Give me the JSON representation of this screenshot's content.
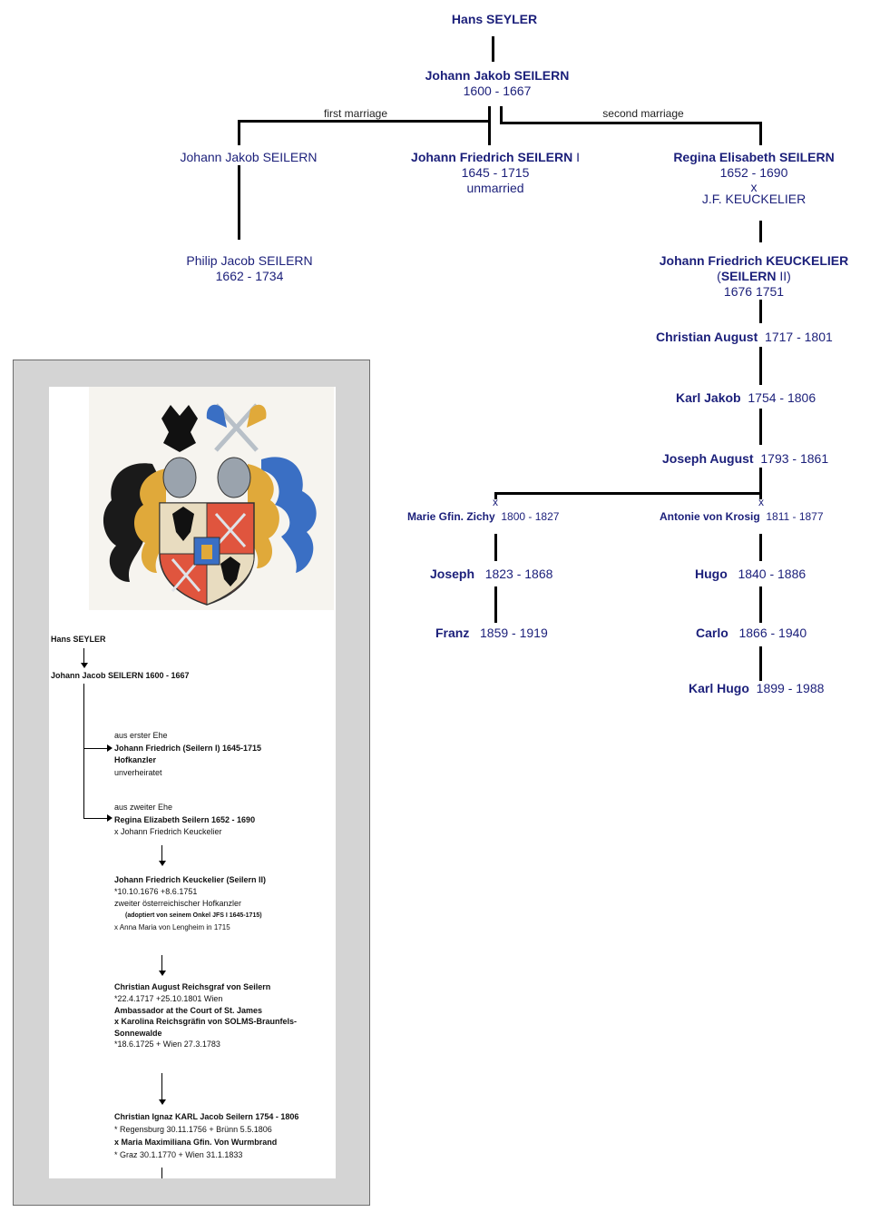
{
  "tree": {
    "root": "Hans SEYLER",
    "father_name": "Johann Jakob SEILERN",
    "father_years": "1600 - 1667",
    "first_marriage": "first marriage",
    "second_marriage": "second marriage",
    "child1": "Johann Jakob SEILERN",
    "child2_name": "Johann Friedrich SEILERN",
    "child2_roman": "I",
    "child2_years": "1645  -  1715",
    "child2_note": "unmarried",
    "child3_name": "Regina Elisabeth SEILERN",
    "child3_years": "1652  -  1690",
    "x": "x",
    "child3_spouse": "J.F. KEUCKELIER",
    "grandchild1_name": "Philip Jacob SEILERN",
    "grandchild1_years": "1662 - 1734",
    "jfk_name": "Johann Friedrich KEUCKELIER",
    "jfk_open": "(",
    "jfk_seilern": "SEILERN",
    "jfk_close": " II)",
    "jfk_years": "1676  1751",
    "ca_name": "Christian August",
    "ca_years": "1717  -  1801",
    "kj_name": "Karl Jakob",
    "kj_years": "1754  -  1806",
    "ja_name": "Joseph August",
    "ja_years": "1793  -  1861",
    "spouse1_name": "Marie Gfin. Zichy",
    "spouse1_years": "1800  -  1827",
    "spouse2_name": "Antonie von Krosig",
    "spouse2_years": "1811  -  1877",
    "joseph_name": "Joseph",
    "joseph_years": "1823 - 1868",
    "franz_name": "Franz",
    "franz_years": "1859 - 1919",
    "hugo_name": "Hugo",
    "hugo_years": "1840 - 1886",
    "carlo_name": "Carlo",
    "carlo_years": "1866 - 1940",
    "karlhugo_name": "Karl Hugo",
    "karlhugo_years": "1899 - 1988"
  },
  "document": {
    "l1": "Hans SEYLER",
    "l2": "Johann Jacob SEILERN     1600 - 1667",
    "b1_a": "aus erster Ehe",
    "b1_b": "Johann Friedrich (Seilern I)  1645-1715",
    "b1_c": "Hofkanzler",
    "b1_d": "unverheiratet",
    "b2_a": "aus zweiter Ehe",
    "b2_b": "Regina Elizabeth Seilern     1652 - 1690",
    "b2_c": "x Johann Friedrich Keuckelier",
    "b3_a": "Johann Friedrich Keuckelier (Seilern II)",
    "b3_b": "*10.10.1676    +8.6.1751",
    "b3_c": "zweiter österreichischer Hofkanzler",
    "b3_d": "(adoptiert von seinem Onkel JFS I  1645-1715)",
    "b3_e": "x Anna Maria von Lengheim        in 1715",
    "b4_a": "Christian August  Reichsgraf von Seilern",
    "b4_b": "*22.4.1717    +25.10.1801 Wien",
    "b4_c": "Ambassador at the Court of St. James",
    "b4_d": "x  Karolina Reichsgräfin von SOLMS-Braunfels-",
    "b4_e": "Sonnewalde",
    "b4_f": "*18.6.1725    + Wien 27.3.1783",
    "b5_a": "Christian Ignaz KARL Jacob Seilern     1754 - 1806",
    "b5_b": "* Regensburg 30.11.1756   + Brünn 5.5.1806",
    "b5_c": "x  Maria Maximiliana Gfin. Von Wurmbrand",
    "b5_d": "* Graz 30.1.1770    + Wien 31.1.1833"
  }
}
